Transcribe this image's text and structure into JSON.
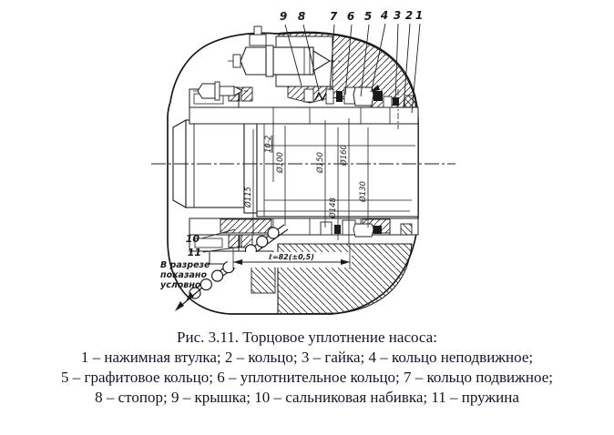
{
  "figure": {
    "caption_title": "Рис. 3.11. Торцовое уплотнение насоса:",
    "caption_lines": [
      "1 – нажимная втулка; 2 – кольцо; 3 – гайка; 4 – кольцо неподвижное;",
      "5 – графитовое кольцо; 6 – уплотнительное кольцо; 7 – кольцо подвижное;",
      "8 – стопор; 9 – крышка; 10 – сальниковая набивка; 11 – пружина"
    ]
  },
  "drawing": {
    "callouts_top": [
      "9",
      "8",
      "7",
      "6",
      "5",
      "4",
      "3",
      "2",
      "1"
    ],
    "callouts_left": [
      "10",
      "11"
    ],
    "note_lines": [
      "В разрезе",
      "показано",
      "условно"
    ],
    "dim_labels": [
      "Ø115",
      "10-2",
      "Ø100",
      "Ø150",
      "Ø148",
      "Ø160",
      "Ø130"
    ],
    "length_dim": "ℓ=82(±0,5)",
    "colors": {
      "ink": "#1c1c1c",
      "paper": "#ffffff",
      "caption_text": "#14142e"
    }
  }
}
